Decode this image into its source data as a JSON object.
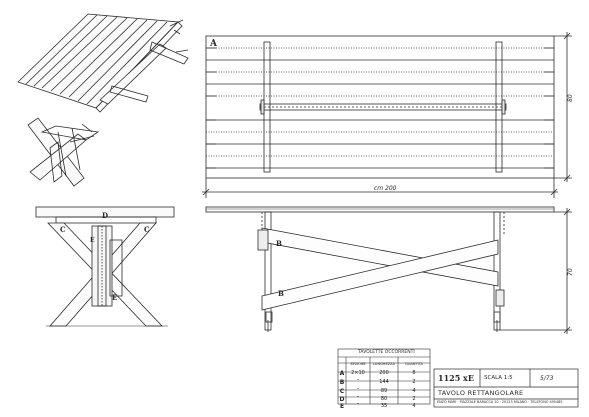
{
  "view_labels": {
    "top_view": "A",
    "front_view_leg": [
      "B",
      "B"
    ],
    "side_view": [
      "C",
      "C",
      "D",
      "E",
      "E"
    ]
  },
  "dimensions": {
    "length": "cm 200",
    "width": "80",
    "height": "70"
  },
  "parts_table": {
    "title": "TAVOLETTE OCCORRENTI",
    "headers": [
      "",
      "SEZIONE",
      "LUNGHEZZA",
      "QUANTITA"
    ],
    "rows": [
      {
        "label": "A",
        "section": "2×10",
        "length": "200",
        "quantity": "8"
      },
      {
        "label": "B",
        "section": "″",
        "length": "144",
        "quantity": "2"
      },
      {
        "label": "C",
        "section": "″",
        "length": "89",
        "quantity": "4"
      },
      {
        "label": "D",
        "section": "″",
        "length": "80",
        "quantity": "2"
      },
      {
        "label": "E",
        "section": "″",
        "length": "35",
        "quantity": "4"
      }
    ]
  },
  "title_block": {
    "number": "1125 xE",
    "scale": "SCALA 1:5",
    "date": "5/73",
    "title": "TAVOLO RETTANGOLARE",
    "footer": "ENZO MARI · PIAZZALE BARACCA 10 · 20123 MILANO · TELEFONO 495485"
  }
}
